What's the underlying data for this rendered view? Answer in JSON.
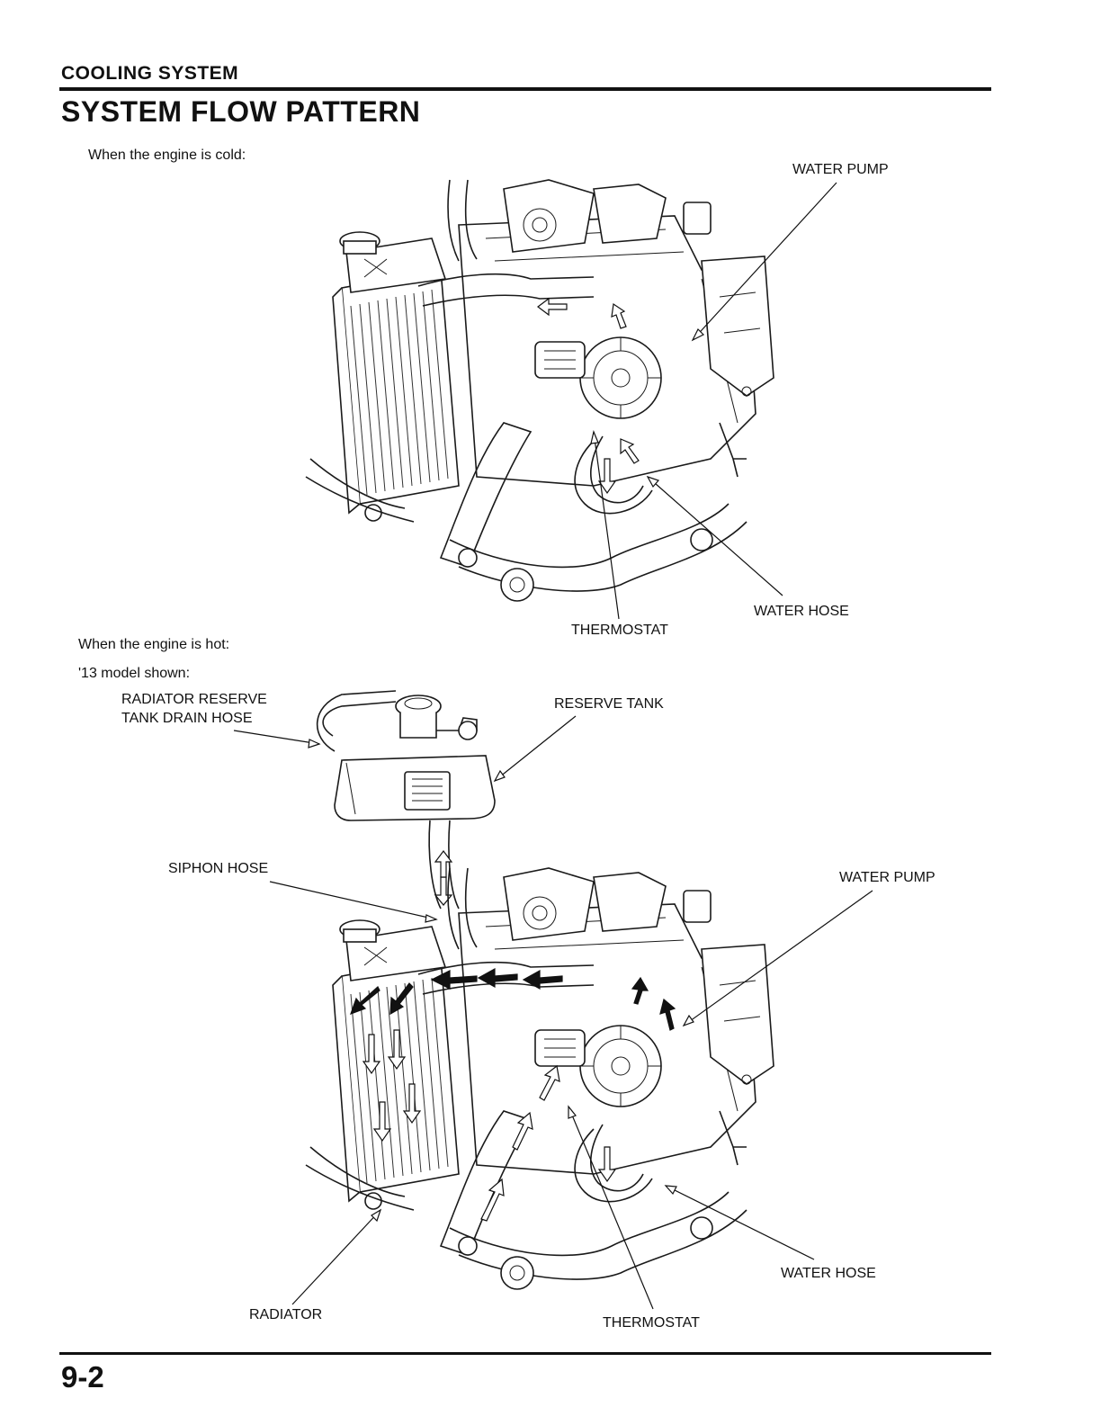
{
  "header": {
    "section_title": "COOLING SYSTEM",
    "page_heading": "SYSTEM FLOW PATTERN"
  },
  "figure_cold": {
    "caption": "When the engine is cold:",
    "labels": {
      "water_pump": "WATER PUMP",
      "water_hose": "WATER HOSE",
      "thermostat": "THERMOSTAT"
    }
  },
  "figure_hot": {
    "caption": "When the engine is hot:",
    "model_note": "'13 model shown:",
    "labels": {
      "radiator_reserve_tank_drain_hose": "RADIATOR RESERVE\nTANK DRAIN HOSE",
      "reserve_tank": "RESERVE TANK",
      "siphon_hose": "SIPHON HOSE",
      "water_pump": "WATER PUMP",
      "water_hose": "WATER HOSE",
      "radiator": "RADIATOR",
      "thermostat": "THERMOSTAT"
    }
  },
  "footer": {
    "page_number": "9-2"
  }
}
